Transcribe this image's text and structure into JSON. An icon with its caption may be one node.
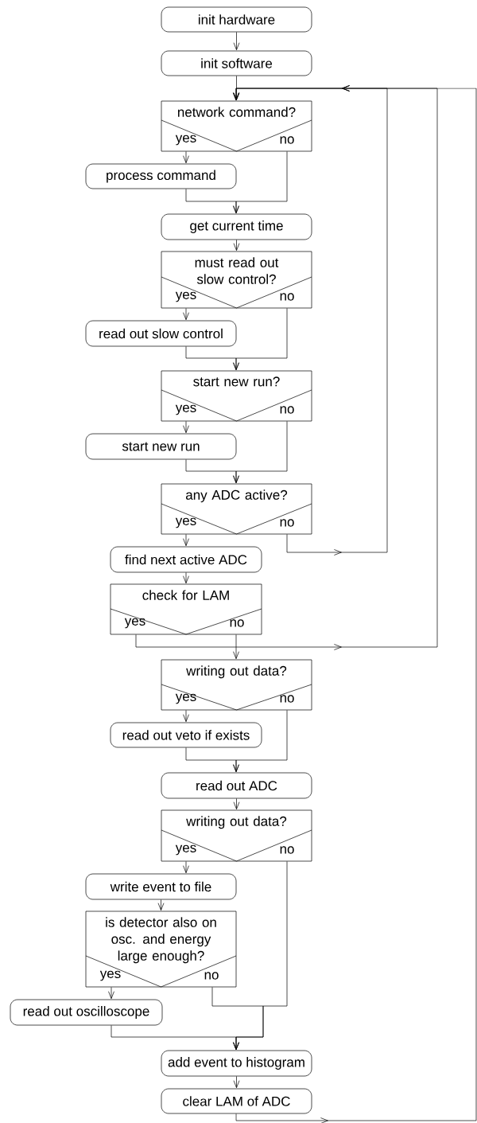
{
  "diagram": {
    "nodes": [
      {
        "text": [
          "init hardware"
        ]
      },
      {
        "text": [
          "init software"
        ]
      },
      {
        "text": [
          "network command?",
          "yes",
          "no"
        ]
      },
      {
        "text": [
          "process command"
        ]
      },
      {
        "text": [
          "get current time"
        ]
      },
      {
        "text": [
          "must read out slow control?",
          "yes",
          "no"
        ]
      },
      {
        "text": [
          "read out slow control"
        ]
      },
      {
        "text": [
          "start new run?",
          "yes",
          "no"
        ]
      },
      {
        "text": [
          "start new run"
        ]
      },
      {
        "text": [
          "any ADC active?",
          "yes",
          "no"
        ]
      },
      {
        "text": [
          "find next active ADC"
        ]
      },
      {
        "text": [
          "check for LAM",
          "yes",
          "no"
        ]
      },
      {
        "text": [
          "writing out data?",
          "yes",
          "no"
        ]
      },
      {
        "text": [
          "read out veto if exists"
        ]
      },
      {
        "text": [
          "read out ADC"
        ]
      },
      {
        "text": [
          "writing out data?",
          "yes",
          "no"
        ]
      },
      {
        "text": [
          "write event to file"
        ]
      },
      {
        "text": [
          "is detector also on osc. and energy large enough?",
          "yes",
          "no"
        ]
      },
      {
        "text": [
          "read out oscilloscope"
        ]
      },
      {
        "text": [
          "add event to histogram"
        ]
      },
      {
        "text": [
          "clear LAM of ADC"
        ]
      }
    ],
    "edges": [
      {
        "from": 0,
        "to": 1,
        "arrow": "to"
      },
      {
        "from": 1,
        "to": 2,
        "arrow": "to"
      },
      {
        "from": 2,
        "to": 3,
        "arrow": "to"
      },
      {
        "from": 3,
        "to": 4,
        "arrow": "to"
      },
      {
        "from": 2,
        "to": 4,
        "arrow": "to"
      },
      {
        "from": 4,
        "to": 5,
        "arrow": "to"
      },
      {
        "from": 5,
        "to": 6,
        "arrow": "to"
      },
      {
        "from": 6,
        "to": 7,
        "arrow": "to"
      },
      {
        "from": 5,
        "to": 7,
        "arrow": "to"
      },
      {
        "from": 7,
        "to": 8,
        "arrow": "to"
      },
      {
        "from": 8,
        "to": 9,
        "arrow": "to"
      },
      {
        "from": 7,
        "to": 9,
        "arrow": "to"
      },
      {
        "from": 9,
        "to": 10,
        "arrow": "to"
      },
      {
        "from": 9,
        "to": 2,
        "arrow": "to"
      },
      {
        "from": 10,
        "to": 11,
        "arrow": "to"
      },
      {
        "from": 11,
        "to": 12,
        "arrow": "to"
      },
      {
        "from": 11,
        "to": 2,
        "arrow": "to"
      },
      {
        "from": 12,
        "to": 13,
        "arrow": "to"
      },
      {
        "from": 13,
        "to": 14,
        "arrow": "to"
      },
      {
        "from": 12,
        "to": 14,
        "arrow": "to"
      },
      {
        "from": 14,
        "to": 15,
        "arrow": "to"
      },
      {
        "from": 15,
        "to": 16,
        "arrow": "to"
      },
      {
        "from": 16,
        "to": 17,
        "arrow": "to"
      },
      {
        "from": 17,
        "to": 18,
        "arrow": "to"
      },
      {
        "from": 18,
        "to": 19,
        "arrow": "to"
      },
      {
        "from": 17,
        "to": 19,
        "arrow": "to"
      },
      {
        "from": 15,
        "to": 19,
        "arrow": "to"
      },
      {
        "from": 19,
        "to": 20,
        "arrow": "to"
      },
      {
        "from": 20,
        "to": 2,
        "arrow": "to"
      }
    ]
  }
}
